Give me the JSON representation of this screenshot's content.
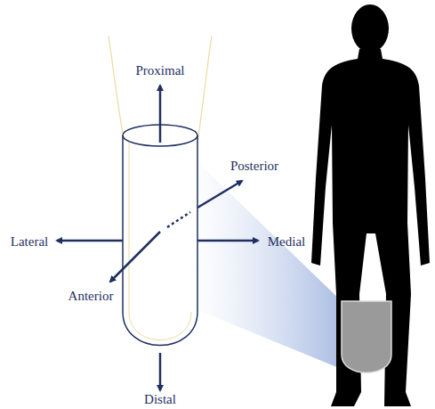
{
  "diagram": {
    "labels": [
      "Proximal",
      "Posterior",
      "Lateral",
      "Medial",
      "Anterior",
      "Distal"
    ]
  }
}
